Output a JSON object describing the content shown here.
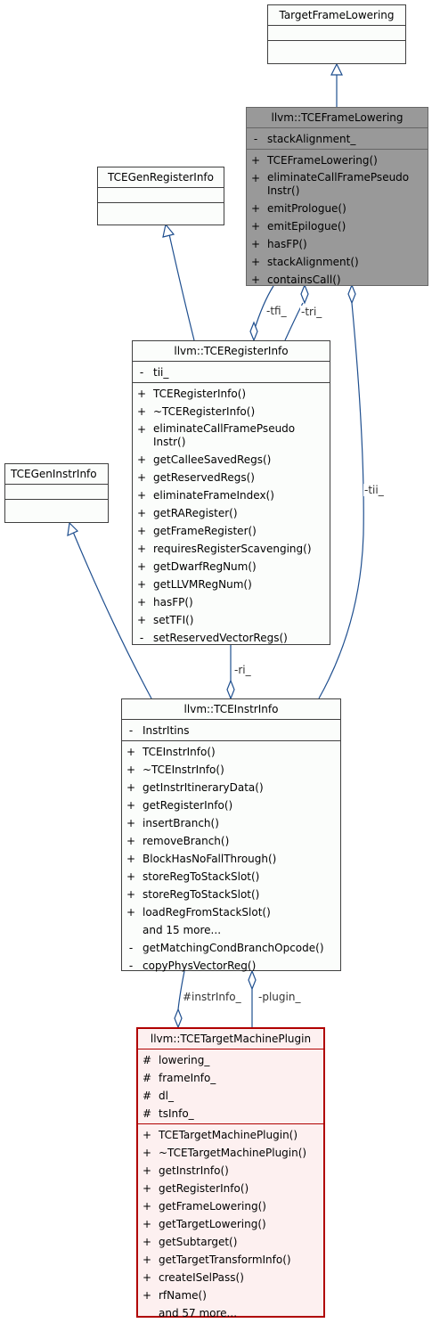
{
  "colors": {
    "edge": "#1f4f8f",
    "gray_box": "#999999",
    "red_box": "#b00000"
  },
  "classes": {
    "target_frame_lowering": {
      "name": "TargetFrameLowering"
    },
    "tce_frame_lowering": {
      "name": "llvm::TCEFrameLowering",
      "attributes": [
        {
          "vis": "-",
          "text": "stackAlignment_"
        }
      ],
      "methods": [
        {
          "vis": "+",
          "text": "TCEFrameLowering()"
        },
        {
          "vis": "+",
          "text": "eliminateCallFramePseudo Instr()"
        },
        {
          "vis": "+",
          "text": "emitPrologue()"
        },
        {
          "vis": "+",
          "text": "emitEpilogue()"
        },
        {
          "vis": "+",
          "text": "hasFP()"
        },
        {
          "vis": "+",
          "text": "stackAlignment()"
        },
        {
          "vis": "+",
          "text": "containsCall()"
        }
      ]
    },
    "tce_gen_register_info": {
      "name": "TCEGenRegisterInfo"
    },
    "tce_register_info": {
      "name": "llvm::TCERegisterInfo",
      "attributes": [
        {
          "vis": "-",
          "text": "tii_"
        }
      ],
      "methods": [
        {
          "vis": "+",
          "text": "TCERegisterInfo()"
        },
        {
          "vis": "+",
          "text": "~TCERegisterInfo()"
        },
        {
          "vis": "+",
          "text": "eliminateCallFramePseudo Instr()"
        },
        {
          "vis": "+",
          "text": "getCalleeSavedRegs()"
        },
        {
          "vis": "+",
          "text": "getReservedRegs()"
        },
        {
          "vis": "+",
          "text": "eliminateFrameIndex()"
        },
        {
          "vis": "+",
          "text": "getRARegister()"
        },
        {
          "vis": "+",
          "text": "getFrameRegister()"
        },
        {
          "vis": "+",
          "text": "requiresRegisterScavenging()"
        },
        {
          "vis": "+",
          "text": "getDwarfRegNum()"
        },
        {
          "vis": "+",
          "text": "getLLVMRegNum()"
        },
        {
          "vis": "+",
          "text": "hasFP()"
        },
        {
          "vis": "+",
          "text": "setTFI()"
        },
        {
          "vis": "-",
          "text": "setReservedVectorRegs()"
        }
      ]
    },
    "tce_gen_instr_info": {
      "name": "TCEGenInstrInfo"
    },
    "tce_instr_info": {
      "name": "llvm::TCEInstrInfo",
      "attributes": [
        {
          "vis": "-",
          "text": "InstrItins"
        }
      ],
      "methods": [
        {
          "vis": "+",
          "text": "TCEInstrInfo()"
        },
        {
          "vis": "+",
          "text": "~TCEInstrInfo()"
        },
        {
          "vis": "+",
          "text": "getInstrItineraryData()"
        },
        {
          "vis": "+",
          "text": "getRegisterInfo()"
        },
        {
          "vis": "+",
          "text": "insertBranch()"
        },
        {
          "vis": "+",
          "text": "removeBranch()"
        },
        {
          "vis": "+",
          "text": "BlockHasNoFallThrough()"
        },
        {
          "vis": "+",
          "text": "storeRegToStackSlot()"
        },
        {
          "vis": "+",
          "text": "storeRegToStackSlot()"
        },
        {
          "vis": "+",
          "text": "loadRegFromStackSlot()"
        },
        {
          "vis": "",
          "text": "and 15 more..."
        },
        {
          "vis": "-",
          "text": "getMatchingCondBranchOpcode()"
        },
        {
          "vis": "-",
          "text": "copyPhysVectorReg()"
        }
      ]
    },
    "tce_target_machine_plugin": {
      "name": "llvm::TCETargetMachinePlugin",
      "attributes": [
        {
          "vis": "#",
          "text": "lowering_"
        },
        {
          "vis": "#",
          "text": "frameInfo_"
        },
        {
          "vis": "#",
          "text": "dl_"
        },
        {
          "vis": "#",
          "text": "tsInfo_"
        }
      ],
      "methods": [
        {
          "vis": "+",
          "text": "TCETargetMachinePlugin()"
        },
        {
          "vis": "+",
          "text": "~TCETargetMachinePlugin()"
        },
        {
          "vis": "+",
          "text": "getInstrInfo()"
        },
        {
          "vis": "+",
          "text": "getRegisterInfo()"
        },
        {
          "vis": "+",
          "text": "getFrameLowering()"
        },
        {
          "vis": "+",
          "text": "getTargetLowering()"
        },
        {
          "vis": "+",
          "text": "getSubtarget()"
        },
        {
          "vis": "+",
          "text": "getTargetTransformInfo()"
        },
        {
          "vis": "+",
          "text": "createISelPass()"
        },
        {
          "vis": "+",
          "text": "rfName()"
        },
        {
          "vis": "",
          "text": "and 57 more..."
        }
      ]
    }
  },
  "edge_labels": {
    "tfi": "-tfi_",
    "tri": "-tri_",
    "tii": "-tii_",
    "ri": "-ri_",
    "instr_info": "#instrInfo_",
    "plugin": "-plugin_"
  }
}
